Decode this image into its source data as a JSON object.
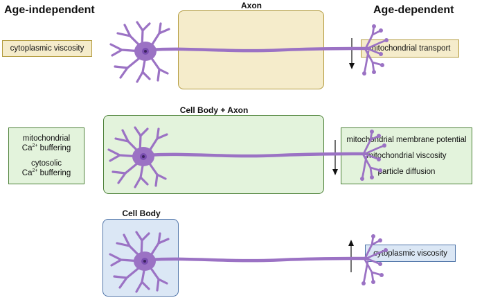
{
  "headings": {
    "left": "Age-independent",
    "right": "Age-dependent"
  },
  "sections": {
    "axon": {
      "title": "Axon",
      "left_label": "cytoplasmic viscosity",
      "right_labels": [
        "mitochondrial transport"
      ],
      "trend": "down"
    },
    "cell_body_axon": {
      "title": "Cell Body + Axon",
      "left_labels": [
        {
          "line1": "mitochondrial",
          "line2_prefix": "Ca",
          "line2_sup": "2+",
          "line2_suffix": " buffering"
        },
        {
          "line1": "cytosolic",
          "line2_prefix": "Ca",
          "line2_sup": "2+",
          "line2_suffix": " buffering"
        }
      ],
      "right_labels": [
        "mitochondrial membrane potential",
        "mitochondrial viscosity",
        "particle diffusion"
      ],
      "trend": "down"
    },
    "cell_body": {
      "title": "Cell Body",
      "right_labels": [
        "cytoplasmic viscosity"
      ],
      "trend": "up"
    }
  },
  "colors": {
    "axon_fill": "#f5eccb",
    "axon_border": "#b39b3e",
    "green_fill": "#e3f3dc",
    "green_border": "#4a7f35",
    "blue_fill": "#dbe7f5",
    "blue_border": "#4f74a8",
    "neuron_purple": "#9b72c4",
    "nucleus": "#7a4fb0"
  }
}
